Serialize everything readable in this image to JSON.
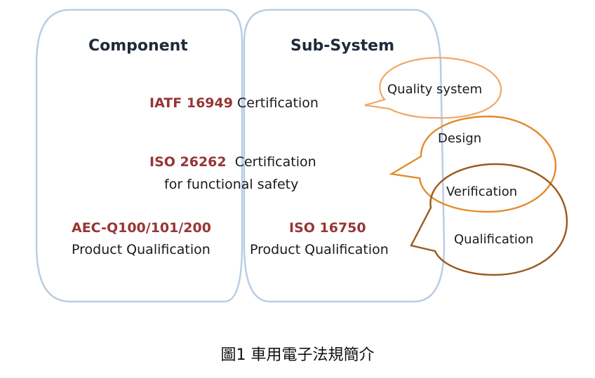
{
  "columns": {
    "component": "Component",
    "subsystem": "Sub-System"
  },
  "standards": {
    "iatf": {
      "code": "IATF 16949",
      "text": " Certification"
    },
    "iso26262": {
      "code": "ISO 26262",
      "text": "  Certification",
      "line2": "for functional safety"
    },
    "aec": {
      "code": "AEC-Q100/101/200",
      "line2": "Product Qualification"
    },
    "iso16750": {
      "code": "ISO 16750",
      "line2": "Product Qualification"
    }
  },
  "bubbles": {
    "quality": "Quality system",
    "design": "Design",
    "verification": "Verification",
    "qualification": "Qualification"
  },
  "caption": "圖1 車用電子法規簡介",
  "colors": {
    "panel_border": "#b9cde3",
    "standard_code": "#963634",
    "bubble_light": "#f0a868",
    "bubble_mid": "#e48a2c",
    "bubble_dark": "#9a5a1e"
  }
}
